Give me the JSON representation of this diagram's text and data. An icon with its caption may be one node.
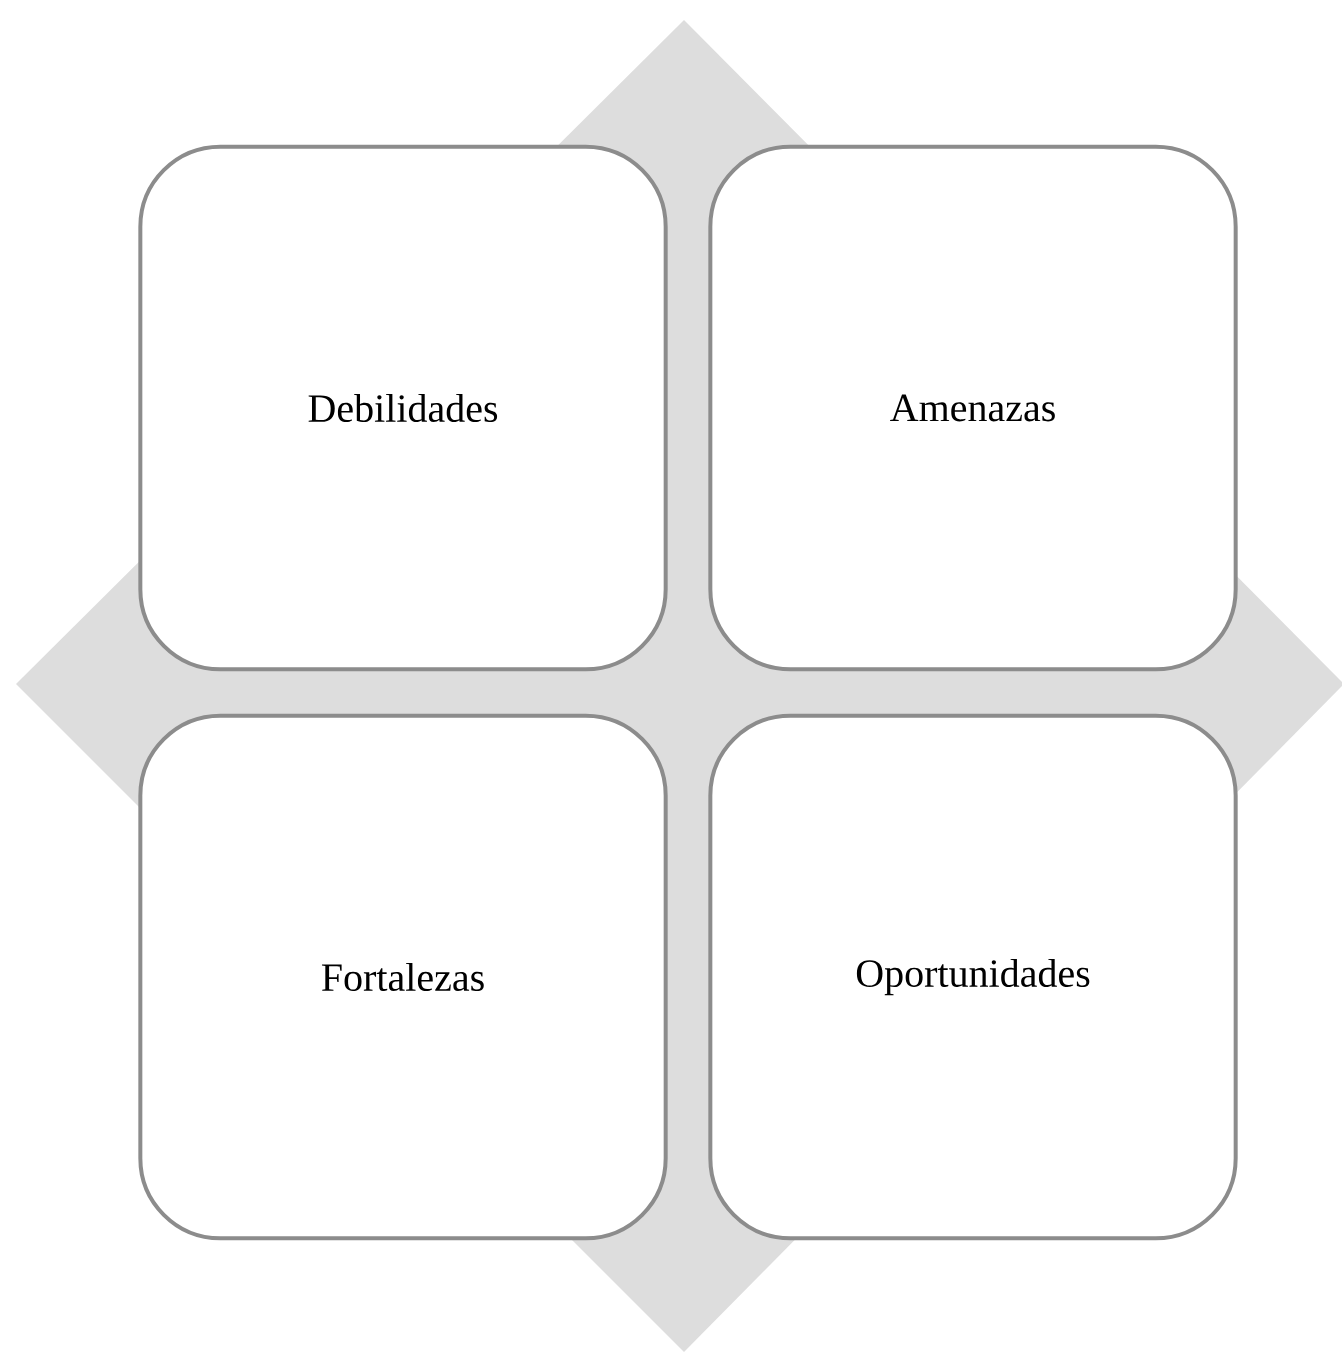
{
  "diagram": {
    "nodes": [
      {
        "text": [
          "Debilidades"
        ]
      },
      {
        "text": [
          "Amenazas"
        ]
      },
      {
        "text": [
          "Fortalezas"
        ]
      },
      {
        "text": [
          "Oportunidades"
        ]
      }
    ]
  }
}
